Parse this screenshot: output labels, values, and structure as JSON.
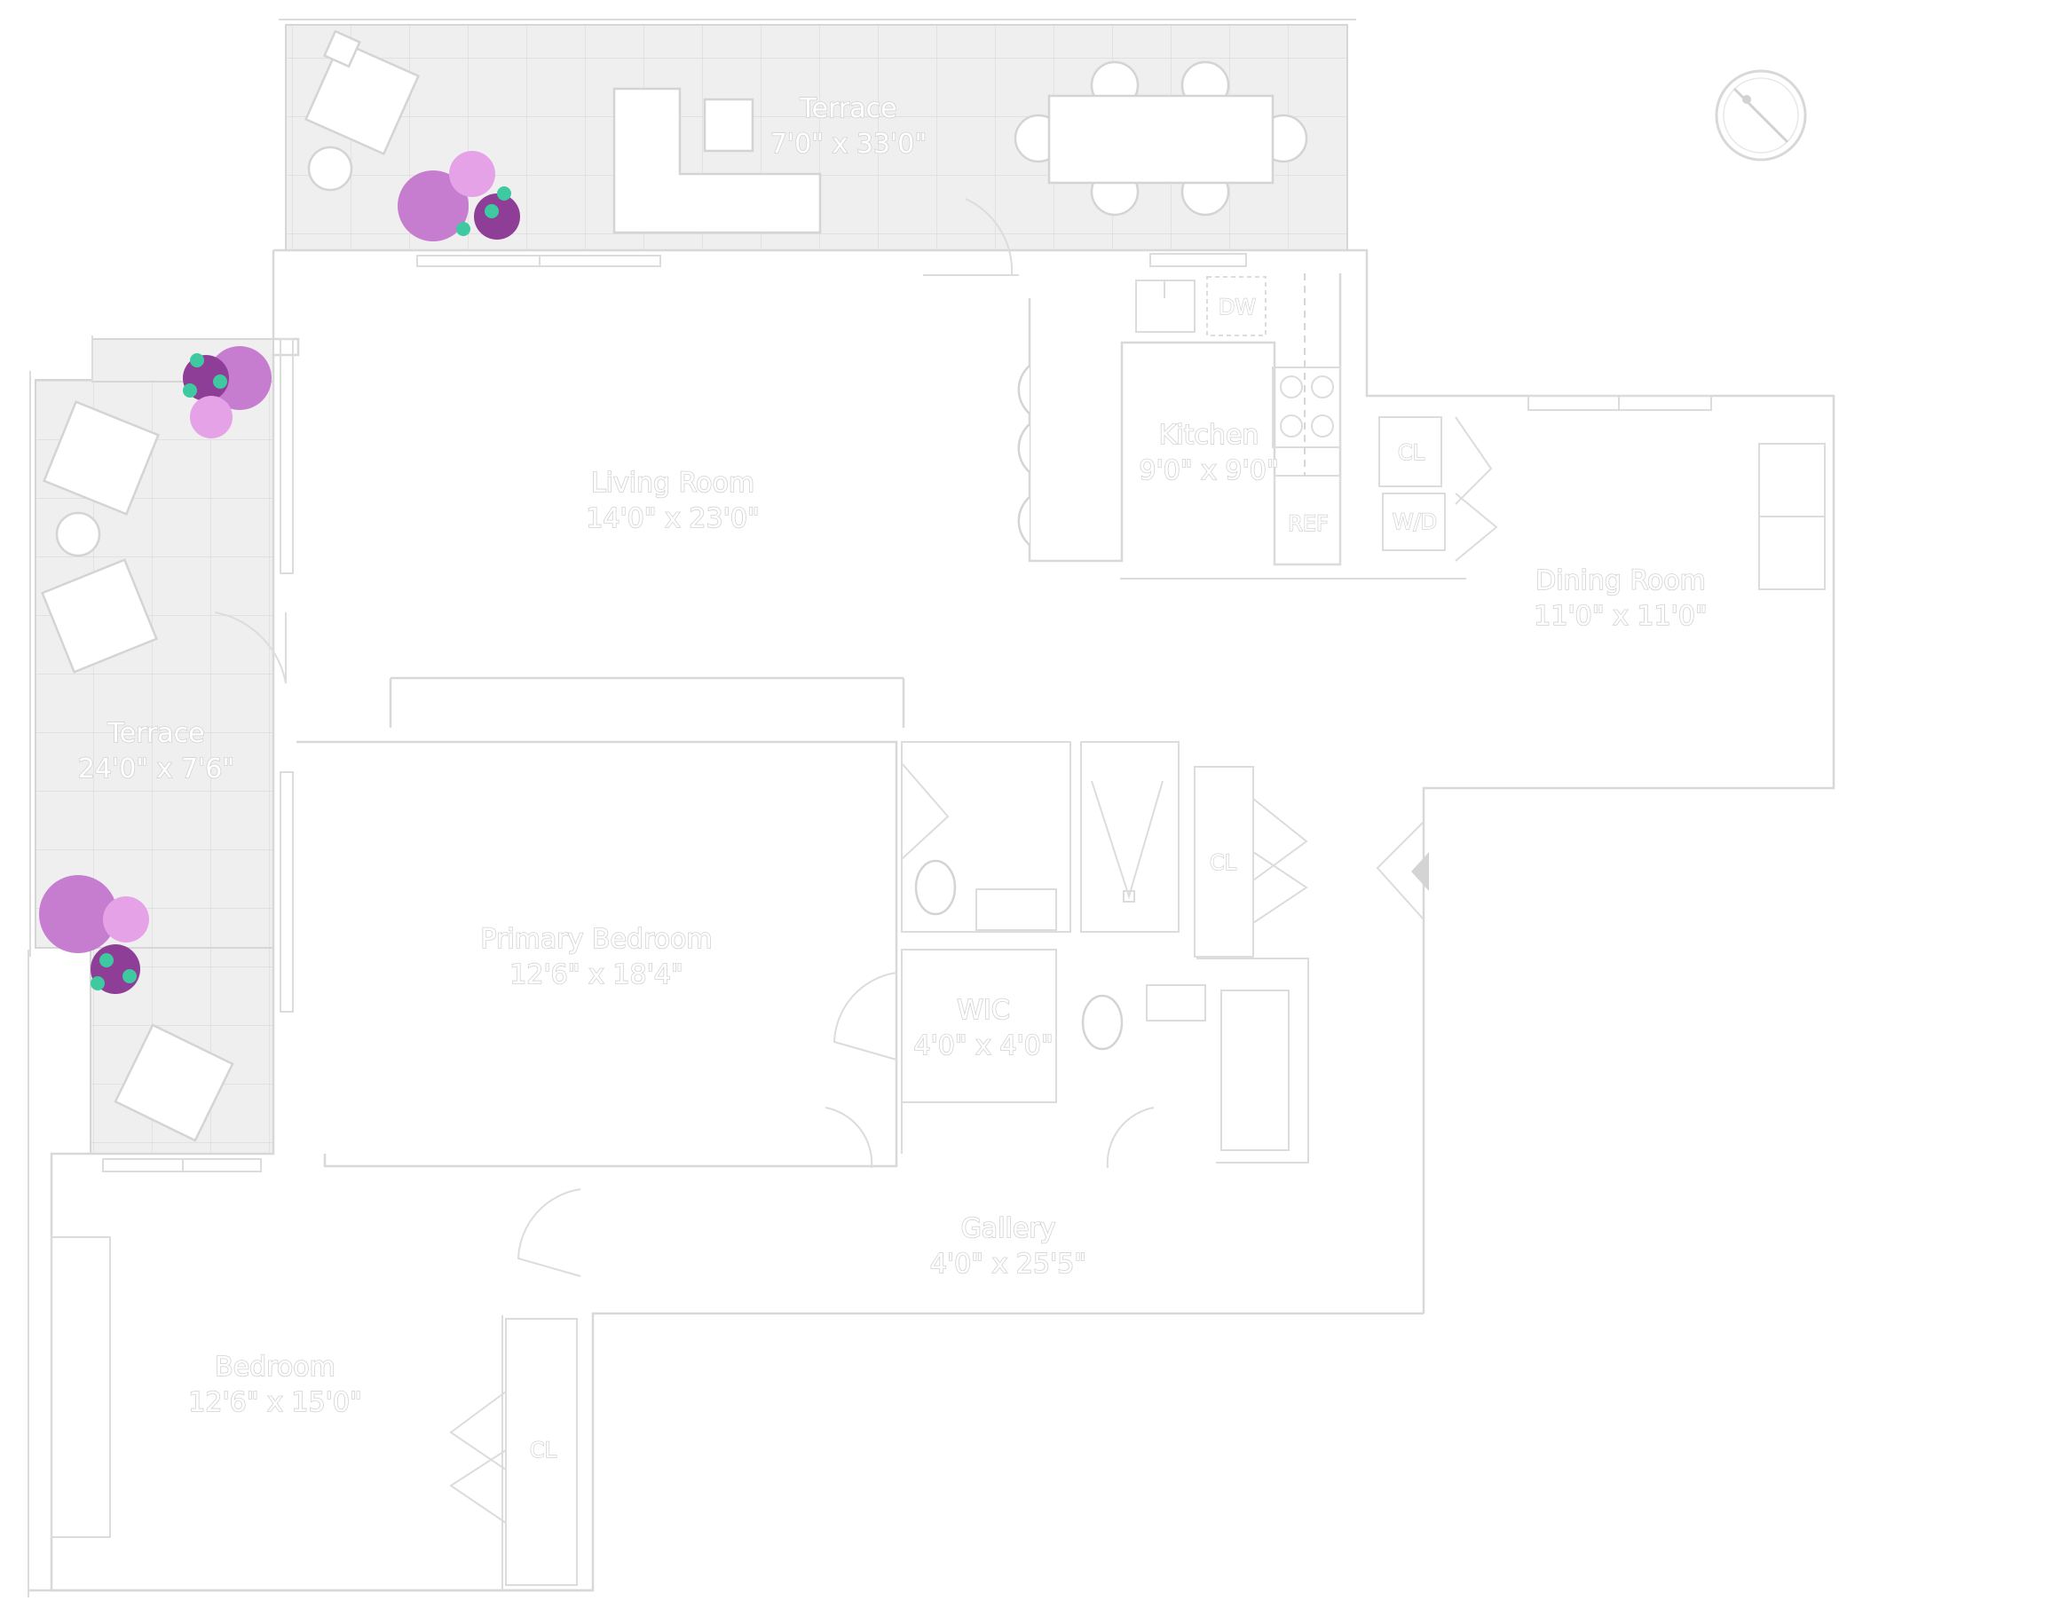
{
  "rooms": {
    "terrace_top": {
      "name": "Terrace",
      "size": "7'0\" x 33'0\""
    },
    "terrace_left": {
      "name": "Terrace",
      "size": "24'0\" x 7'6\""
    },
    "living": {
      "name": "Living Room",
      "size": "14'0\" x 23'0\""
    },
    "kitchen": {
      "name": "Kitchen",
      "size": "9'0\" x 9'0\""
    },
    "dining": {
      "name": "Dining Room",
      "size": "11'0\" x 11'0\""
    },
    "primary_bedroom": {
      "name": "Primary Bedroom",
      "size": "12'6\" x 18'4\""
    },
    "wic": {
      "name": "WIC",
      "size": "4'0\" x 4'0\""
    },
    "gallery": {
      "name": "Gallery",
      "size": "4'0\" x 25'5\""
    },
    "bedroom": {
      "name": "Bedroom",
      "size": "12'6\" x 15'0\""
    }
  },
  "fixtures": {
    "dishwasher": "DW",
    "refrigerator": "REF",
    "washer_dryer": "W/D",
    "closet_kitchen": "CL",
    "closet_entry": "CL",
    "closet_bedroom": "CL"
  },
  "icons": [
    "compass-icon",
    "plant-icon",
    "lounge-chair-icon",
    "dining-table-icon",
    "door-swing-icon",
    "entry-arrow-icon"
  ],
  "colors": {
    "terrace_fill": "#efefef",
    "line": "#d8d8d8",
    "plant_purple": "#c77dcf",
    "plant_pink": "#e6a2e6",
    "plant_teal": "#3fc9a0"
  }
}
